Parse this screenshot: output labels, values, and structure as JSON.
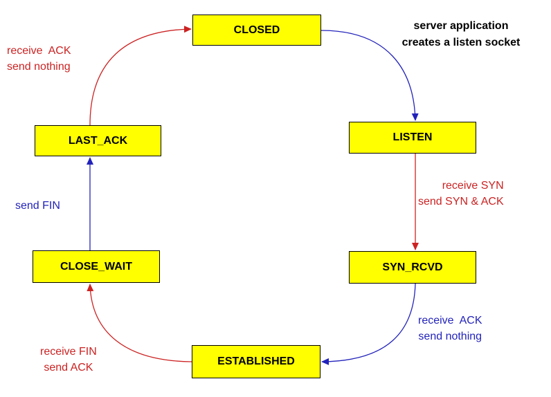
{
  "states": {
    "closed": "CLOSED",
    "listen": "LISTEN",
    "syn_rcvd": "SYN_RCVD",
    "established": "ESTABLISHED",
    "close_wait": "CLOSE_WAIT",
    "last_ack": "LAST_ACK"
  },
  "note": {
    "line1": "server application",
    "line2": "creates a listen socket"
  },
  "transitions": {
    "listen_to_synrcvd": {
      "line1": "receive SYN",
      "line2": "send SYN & ACK"
    },
    "synrcvd_to_established": {
      "line1": "receive  ACK",
      "line2": "send nothing"
    },
    "established_to_closewait": {
      "line1": "receive FIN",
      "line2": "send ACK"
    },
    "closewait_to_lastack": {
      "line1": "send FIN"
    },
    "lastack_to_closed": {
      "line1": "receive  ACK",
      "line2": "send nothing"
    }
  },
  "colors": {
    "state_fill": "#ffff00",
    "red_arrow": "#cc2222",
    "blue_arrow": "#2222bb"
  }
}
